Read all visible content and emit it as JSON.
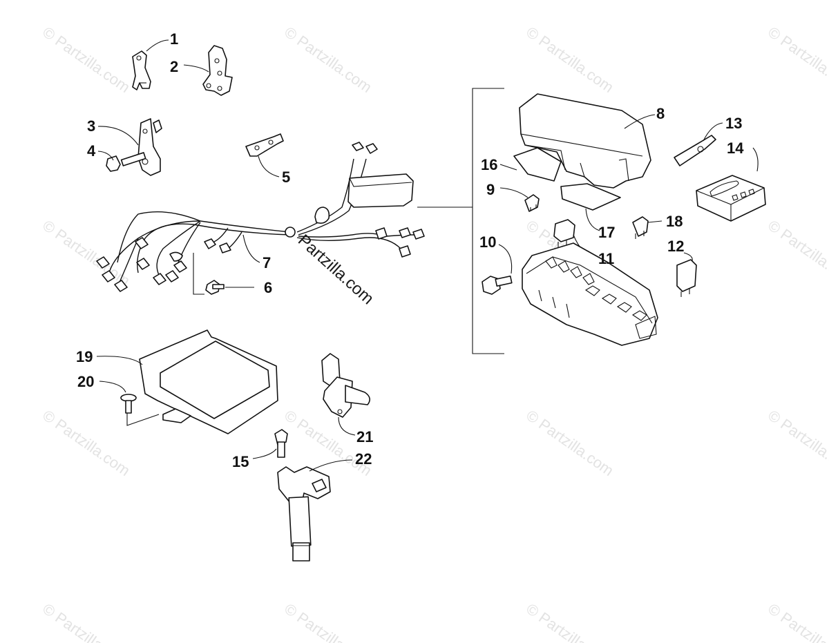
{
  "callouts": {
    "c1": "1",
    "c2": "2",
    "c3": "3",
    "c4": "4",
    "c5": "5",
    "c6": "6",
    "c7": "7",
    "c8": "8",
    "c9": "9",
    "c10": "10",
    "c11": "11",
    "c12": "12",
    "c13": "13",
    "c14": "14",
    "c15": "15",
    "c16": "16",
    "c17": "17",
    "c18": "18",
    "c19": "19",
    "c20": "20",
    "c21": "21",
    "c22": "22"
  },
  "watermark": {
    "text": "© Partzilla.com",
    "main_text": "Partzilla.com"
  }
}
